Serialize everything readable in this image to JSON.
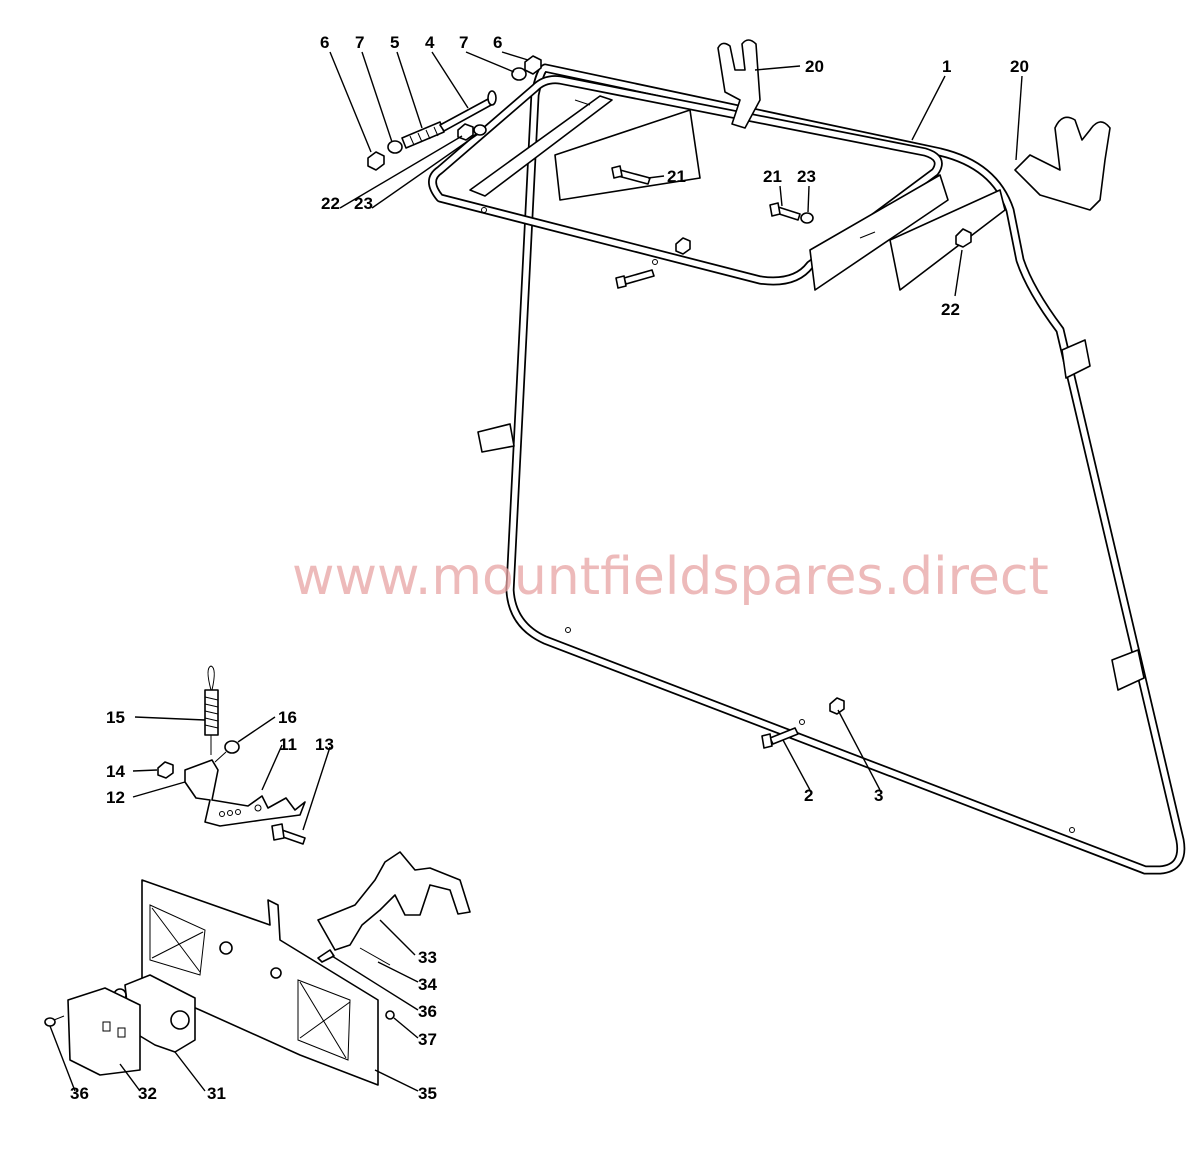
{
  "watermark": "www.mountfieldspares.direct",
  "callouts": {
    "c1": "1",
    "c2": "2",
    "c3": "3",
    "c4": "4",
    "c5": "5",
    "c6a": "6",
    "c6b": "6",
    "c7a": "7",
    "c7b": "7",
    "c11": "11",
    "c12": "12",
    "c13": "13",
    "c14": "14",
    "c15": "15",
    "c16": "16",
    "c20a": "20",
    "c20b": "20",
    "c21a": "21",
    "c21b": "21",
    "c22a": "22",
    "c22b": "22",
    "c23a": "23",
    "c23b": "23",
    "c31": "31",
    "c32": "32",
    "c33": "33",
    "c34": "34",
    "c35": "35",
    "c36a": "36",
    "c36b": "36",
    "c37": "37"
  }
}
